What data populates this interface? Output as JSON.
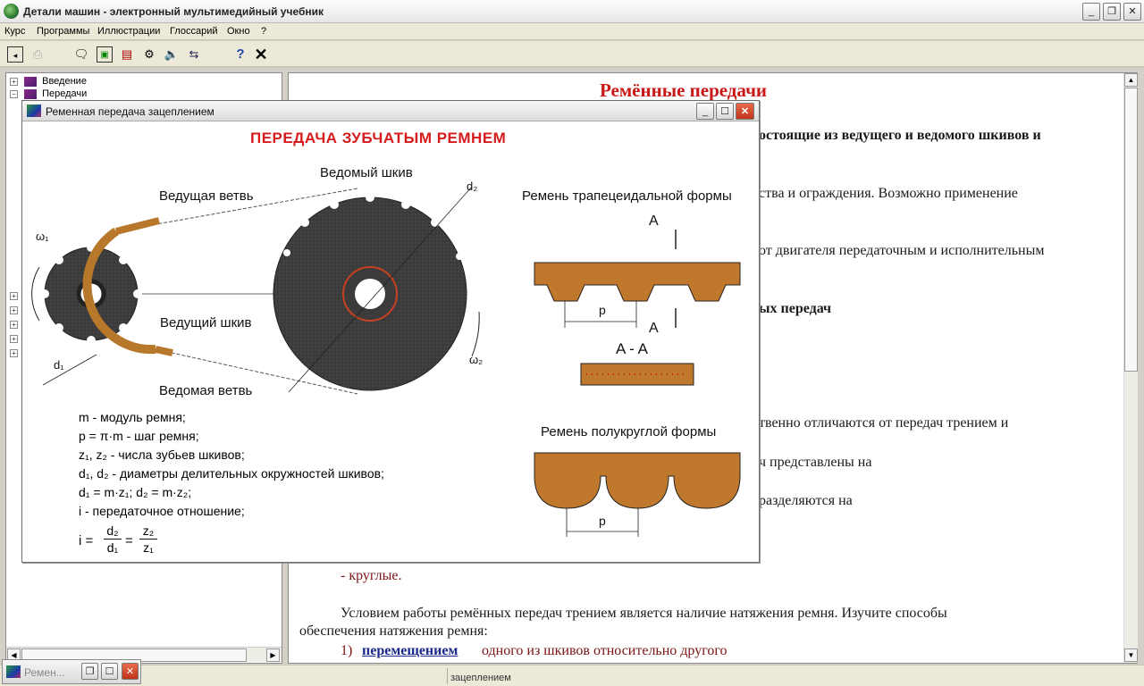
{
  "app": {
    "title": "Детали машин - электронный мультимедийный учебник"
  },
  "menu": [
    "Курс",
    "Программы",
    "Иллюстрации",
    "Глоссарий",
    "Окно",
    "?"
  ],
  "tree": {
    "item1": "Введение",
    "item2": "Передачи"
  },
  "content": {
    "heading": "Ремённые передачи",
    "line1": "остоящие из ведущего и ведомого шкивов и",
    "line2": "ства и ограждения. Возможно применение",
    "line3": "от двигателя передаточным и исполнительным",
    "line4": "ых передач",
    "line5": "твенно отличаются от передач трением и",
    "line6": "ч представлены на",
    "line7": "разделяются на",
    "round": "- круглые.",
    "para1": "Условием работы ремённых передач трением является наличие натяжения ремня. Изучите способы",
    "para2": "обеспечения натяжения ремня:",
    "list_num": "1)",
    "list_link": "перемещением",
    "list_rest": "одного из шкивов относительно другого"
  },
  "child": {
    "title": "Ременная передача зацеплением"
  },
  "figure": {
    "title": "ПЕРЕДАЧА ЗУБЧАТЫМ РЕМНЕМ",
    "driven_pulley": "Ведомый шкив",
    "driving_branch": "Ведущая ветвь",
    "driving_pulley": "Ведущий шкив",
    "driven_branch": "Ведомая ветвь",
    "w1": "ω₁",
    "w2": "ω₂",
    "d1": "d₁",
    "d2": "d₂",
    "trap_title": "Ремень трапецеидальной формы",
    "semi_title": "Ремень полукруглой формы",
    "A": "A",
    "p": "p",
    "AA": "A - A",
    "legend": [
      "m - модуль ремня;",
      "p = π·m - шаг ремня;",
      "z₁, z₂ - числа зубьев шкивов;",
      "d₁, d₂ - диаметры делительных окружностей шкивов;",
      "d₁ = m·z₁;    d₂ = m·z₂;",
      "i  - передаточное отношение;"
    ],
    "formula_i": "i =",
    "formula_frac1": [
      "d₂",
      "d₁"
    ],
    "formula_frac2": [
      "z₂",
      "z₁"
    ]
  },
  "taskbar": {
    "minimized_label": "Ремен...",
    "status_text": "зацеплением"
  }
}
